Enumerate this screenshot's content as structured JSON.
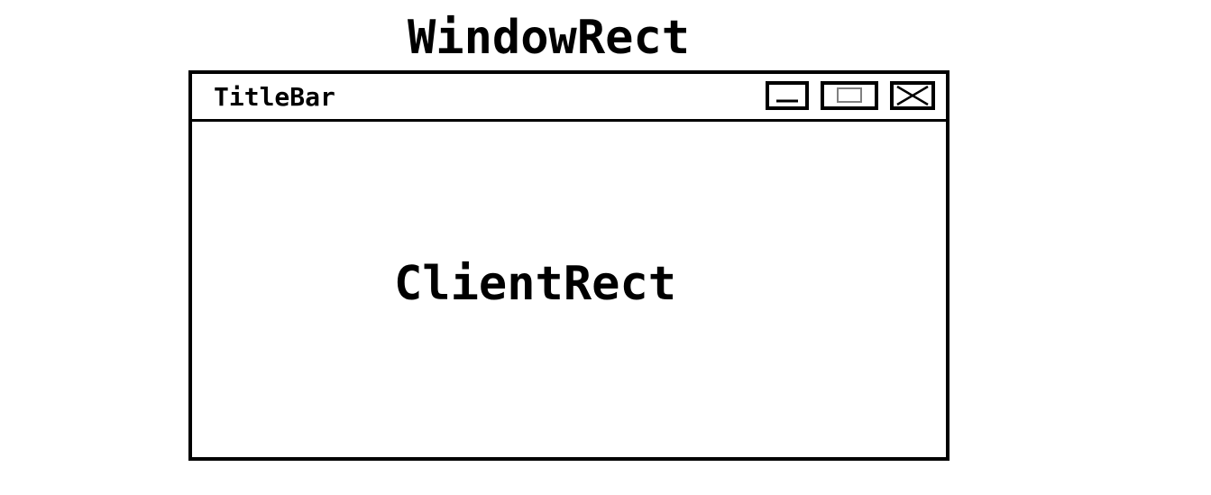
{
  "diagram": {
    "outer_label": "WindowRect",
    "titlebar_label": "TitleBar",
    "client_label": "ClientRect",
    "controls": {
      "minimize": "minimize-icon",
      "maximize": "maximize-icon",
      "close": "close-icon"
    },
    "colors": {
      "line": "#000000",
      "maximize_inner": "#808080",
      "background": "#ffffff"
    }
  }
}
